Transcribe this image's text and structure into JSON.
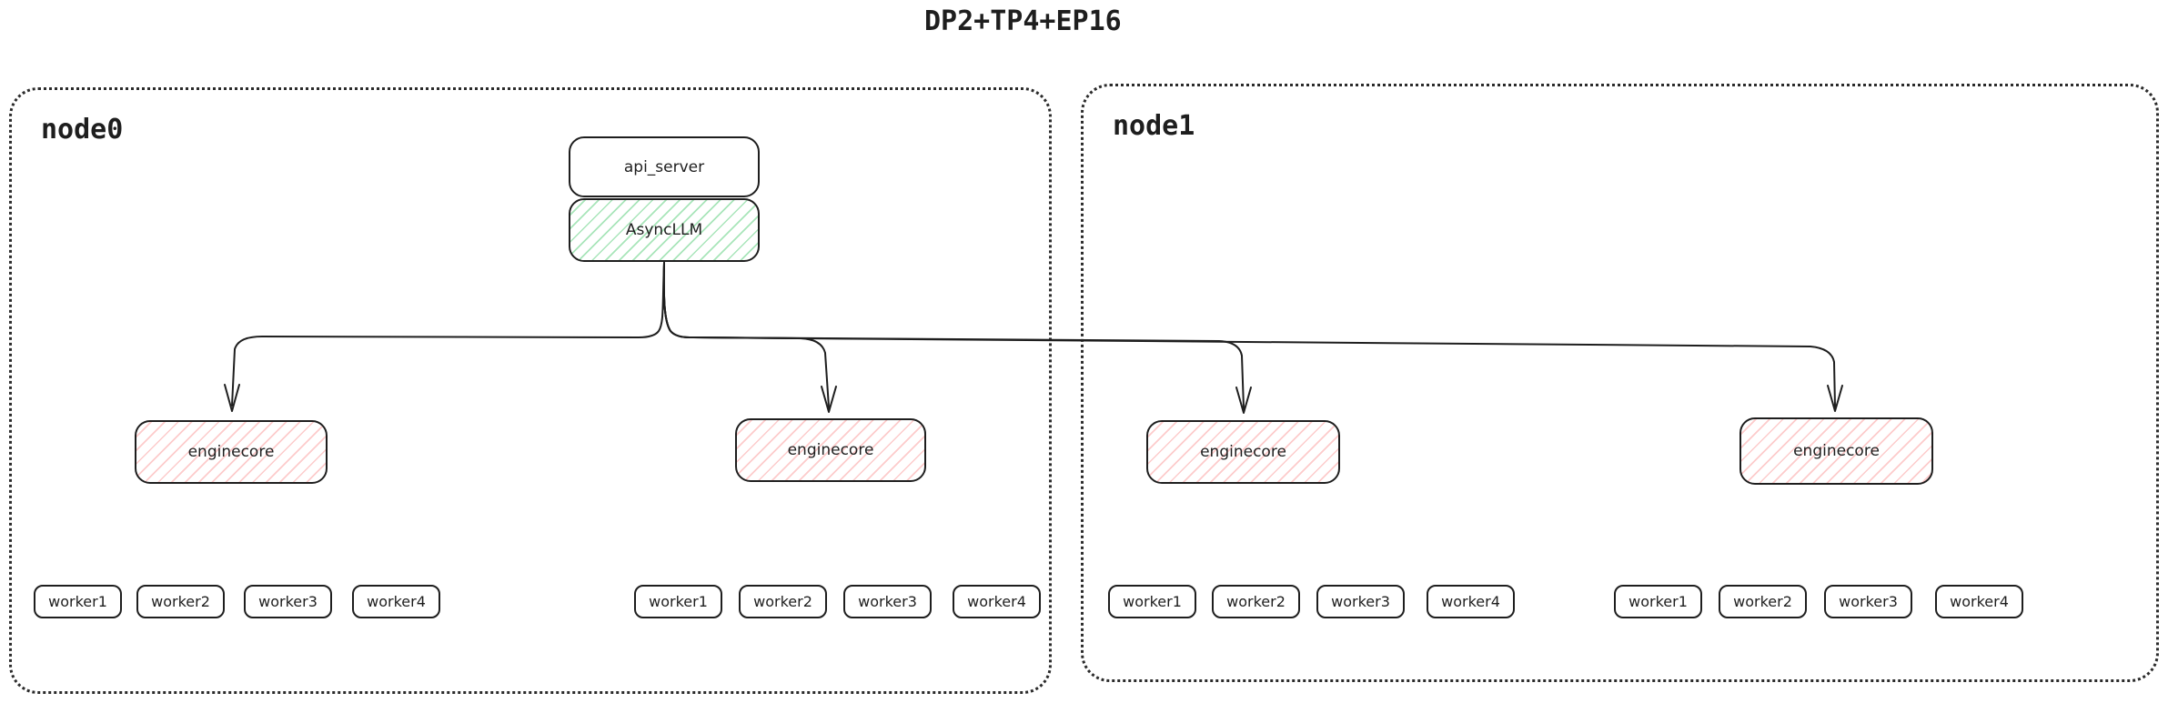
{
  "title": "DP2+TP4+EP16",
  "nodes": [
    {
      "label": "node0"
    },
    {
      "label": "node1"
    }
  ],
  "api_server": {
    "label": "api_server"
  },
  "async_llm": {
    "label": "AsyncLLM"
  },
  "enginecores": [
    {
      "label": "enginecore"
    },
    {
      "label": "enginecore"
    },
    {
      "label": "enginecore"
    },
    {
      "label": "enginecore"
    }
  ],
  "worker_groups": [
    {
      "workers": [
        "worker1",
        "worker2",
        "worker3",
        "worker4"
      ]
    },
    {
      "workers": [
        "worker1",
        "worker2",
        "worker3",
        "worker4"
      ]
    },
    {
      "workers": [
        "worker1",
        "worker2",
        "worker3",
        "worker4"
      ]
    },
    {
      "workers": [
        "worker1",
        "worker2",
        "worker3",
        "worker4"
      ]
    }
  ],
  "colors": {
    "stroke": "#1e1e1e",
    "green_hachure": "#60d080",
    "red_hachure": "#fa8c8c",
    "background": "#ffffff"
  }
}
